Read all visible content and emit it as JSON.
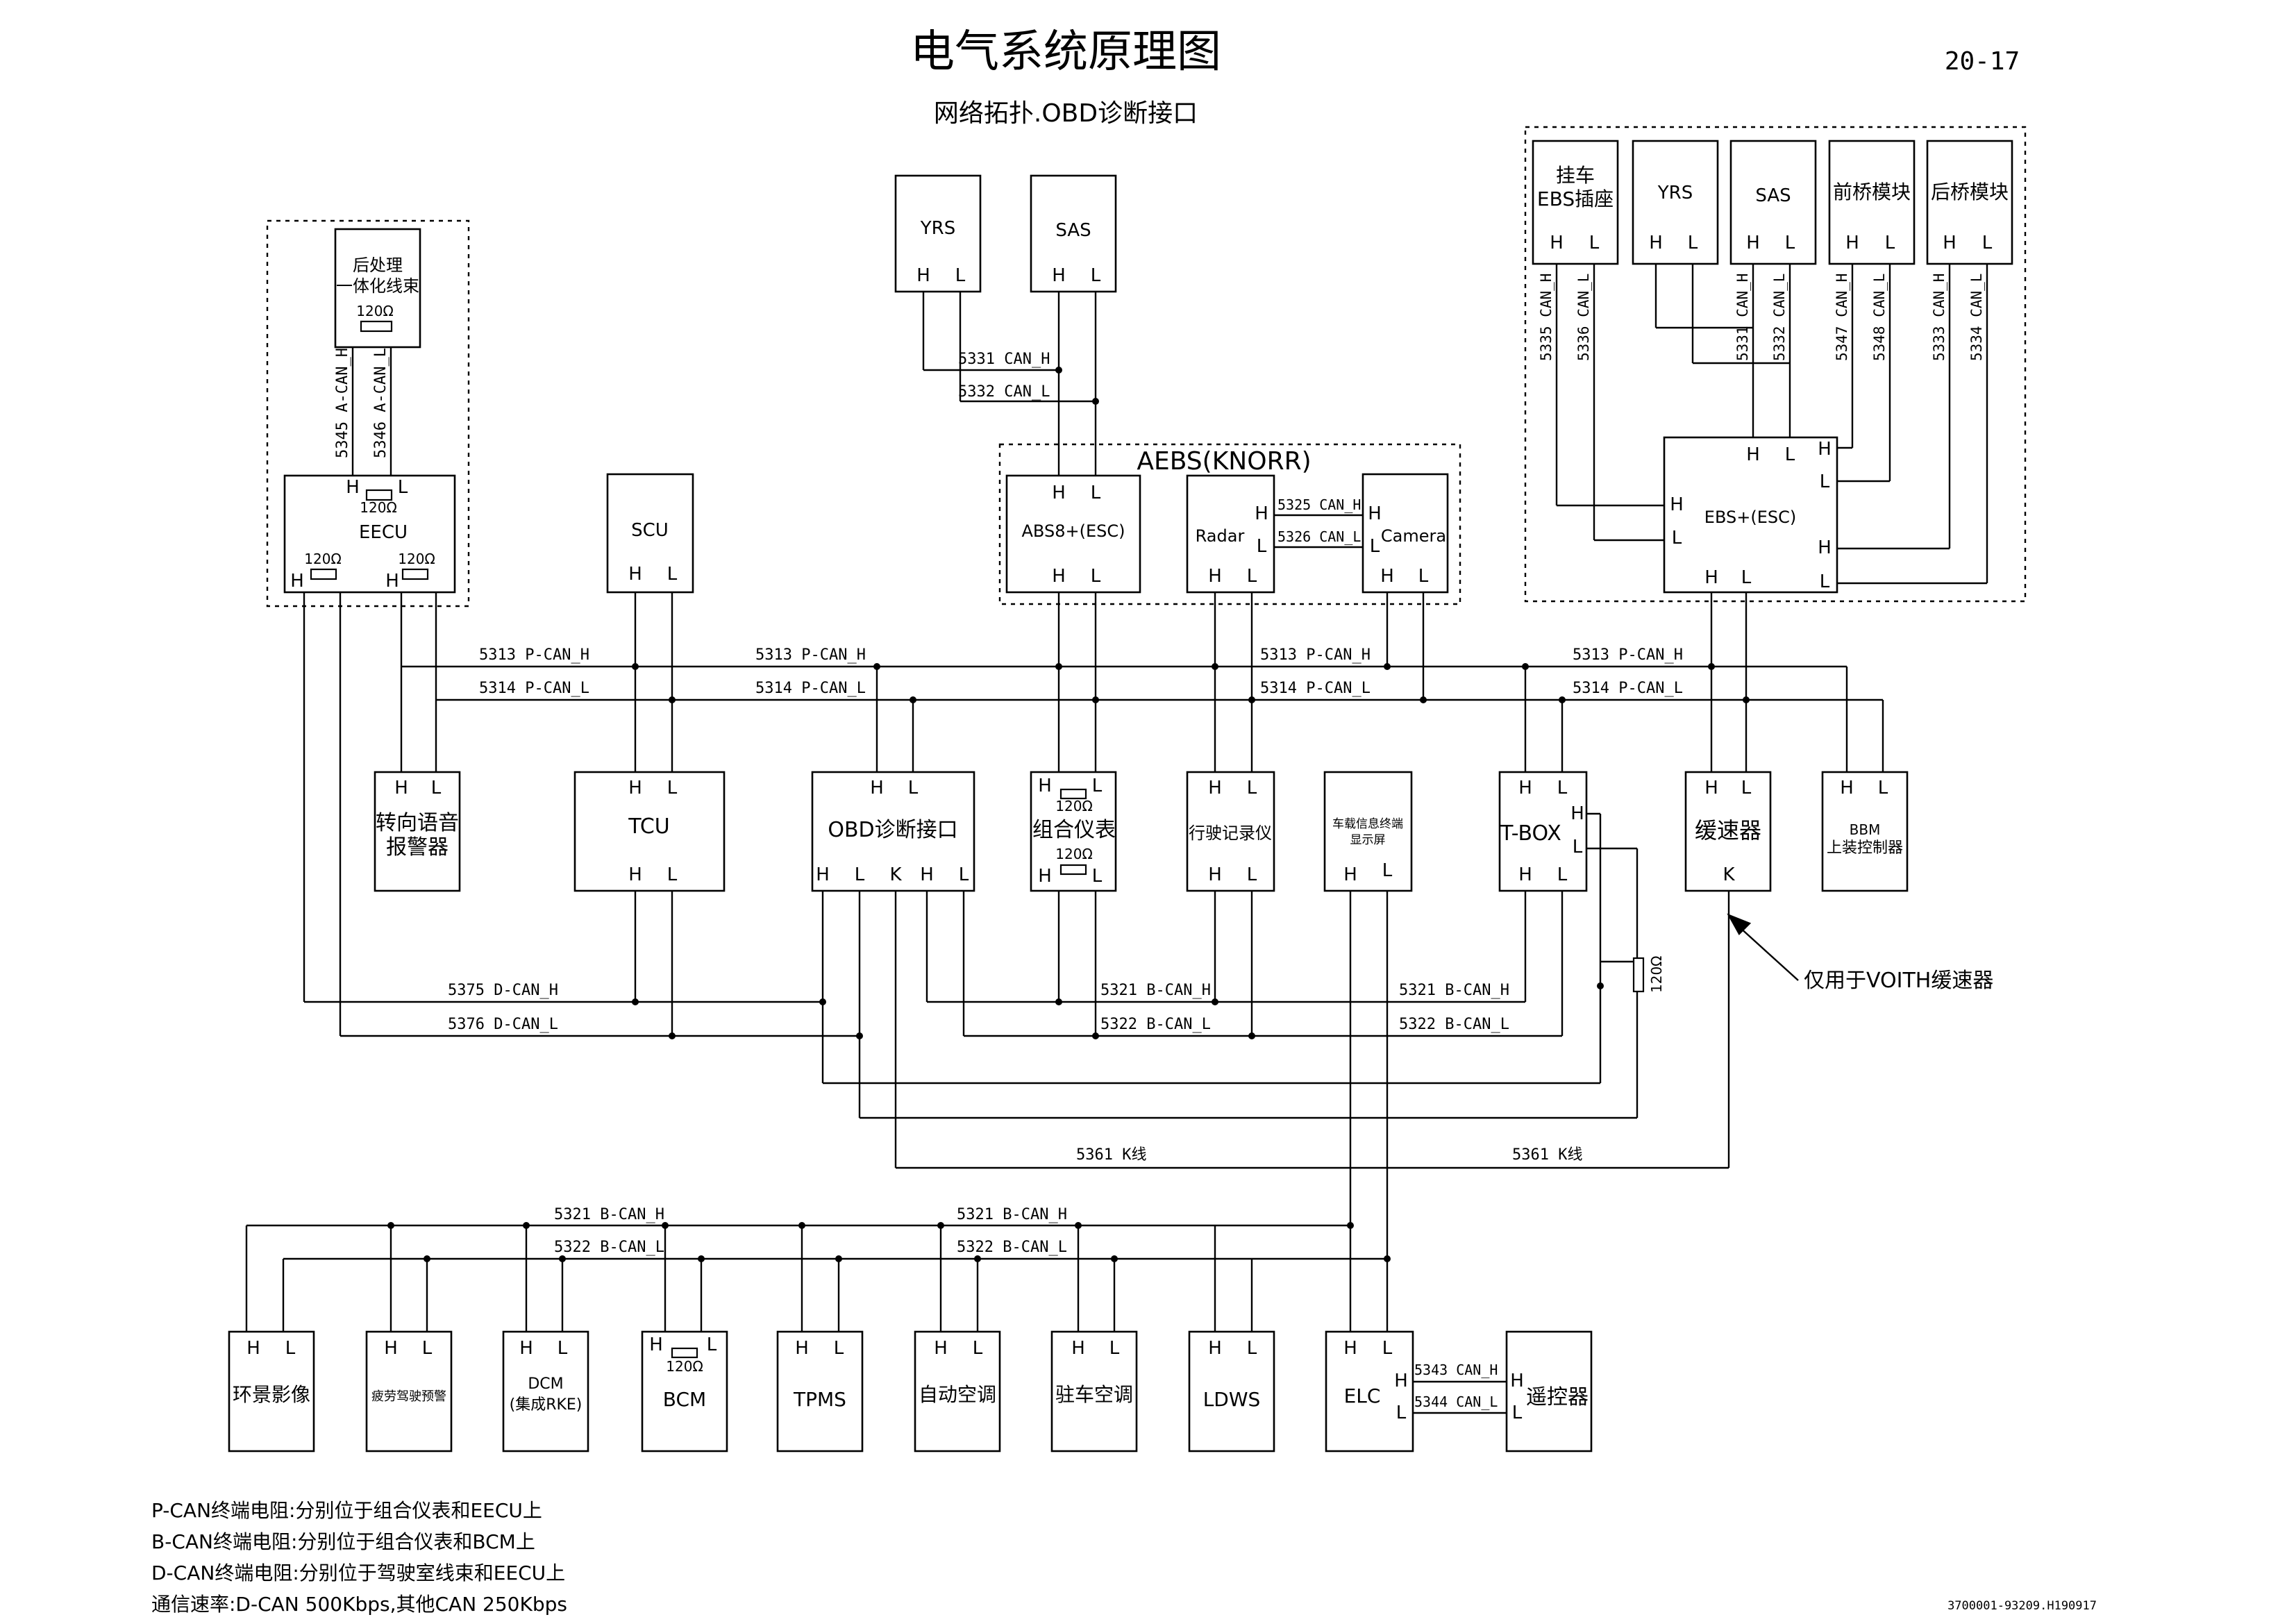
{
  "header": {
    "title": "电气系统原理图",
    "subtitle": "网络拓扑.OBD诊断接口",
    "page_number": "20-17"
  },
  "footer": {
    "code": "3700001-93209.H190917",
    "notes": [
      "P-CAN终端电阻:分别位于组合仪表和EECU上",
      "B-CAN终端电阻:分别位于组合仪表和BCM上",
      "D-CAN终端电阻:分别位于驾驶室线束和EECU上",
      "通信速率:D-CAN 500Kbps,其他CAN 250Kbps"
    ]
  },
  "groups": {
    "aebs": "AEBS(KNORR)"
  },
  "modules": {
    "houchuli_1": "后处理",
    "houchuli_2": "一体化线束",
    "eecu": "EECU",
    "scu": "SCU",
    "yrs_top": "YRS",
    "sas_top": "SAS",
    "abs8": "ABS8+(ESC)",
    "radar": "Radar",
    "camera": "Camera",
    "trailer_1": "挂车",
    "trailer_2": "EBS插座",
    "yrs_right": "YRS",
    "sas_right": "SAS",
    "front_axle": "前桥模块",
    "rear_axle": "后桥模块",
    "ebs": "EBS+(ESC)",
    "turn_1": "转向语音",
    "turn_2": "报警器",
    "tcu": "TCU",
    "obd": "OBD诊断接口",
    "cluster": "组合仪表",
    "recorder": "行驶记录仪",
    "vehicle_term_1": "车载信息终端",
    "vehicle_term_2": "显示屏",
    "tbox": "T-BOX",
    "retarder": "缓速器",
    "bbm_1": "BBM",
    "bbm_2": "上装控制器",
    "surround": "环景影像",
    "fatigue": "疲劳驾驶预警",
    "dcm_1": "DCM",
    "dcm_2": "(集成RKE)",
    "bcm": "BCM",
    "tpms": "TPMS",
    "auto_ac": "自动空调",
    "park_ac": "驻车空调",
    "ldws": "LDWS",
    "elc": "ELC",
    "remote": "遥控器"
  },
  "wires": {
    "a_can_h": "5345 A-CAN_H",
    "a_can_l": "5346 A-CAN_L",
    "can_h_5331": "5331 CAN_H",
    "can_l_5332": "5332 CAN_L",
    "can_h_5325": "5325 CAN_H",
    "can_l_5326": "5326 CAN_L",
    "can_h_5335": "5335 CAN_H",
    "can_l_5336": "5336 CAN_L",
    "can_h_5331r": "5331 CAN_H",
    "can_l_5332r": "5332 CAN_L",
    "can_h_5347": "5347 CAN_H",
    "can_l_5348": "5348 CAN_L",
    "can_h_5333": "5333 CAN_H",
    "can_l_5334": "5334 CAN_L",
    "p_can_h": "5313 P-CAN_H",
    "p_can_l": "5314 P-CAN_L",
    "d_can_h": "5375 D-CAN_H",
    "d_can_l": "5376 D-CAN_L",
    "b_can_h": "5321 B-CAN_H",
    "b_can_l": "5322 B-CAN_L",
    "k_line": "5361 K线",
    "can_h_5343": "5343 CAN_H",
    "can_l_5344": "5344 CAN_L"
  },
  "annotations": {
    "voith": "仅用于VOITH缓速器",
    "ohm": "120Ω"
  },
  "pins": {
    "h": "H",
    "l": "L",
    "k": "K"
  }
}
